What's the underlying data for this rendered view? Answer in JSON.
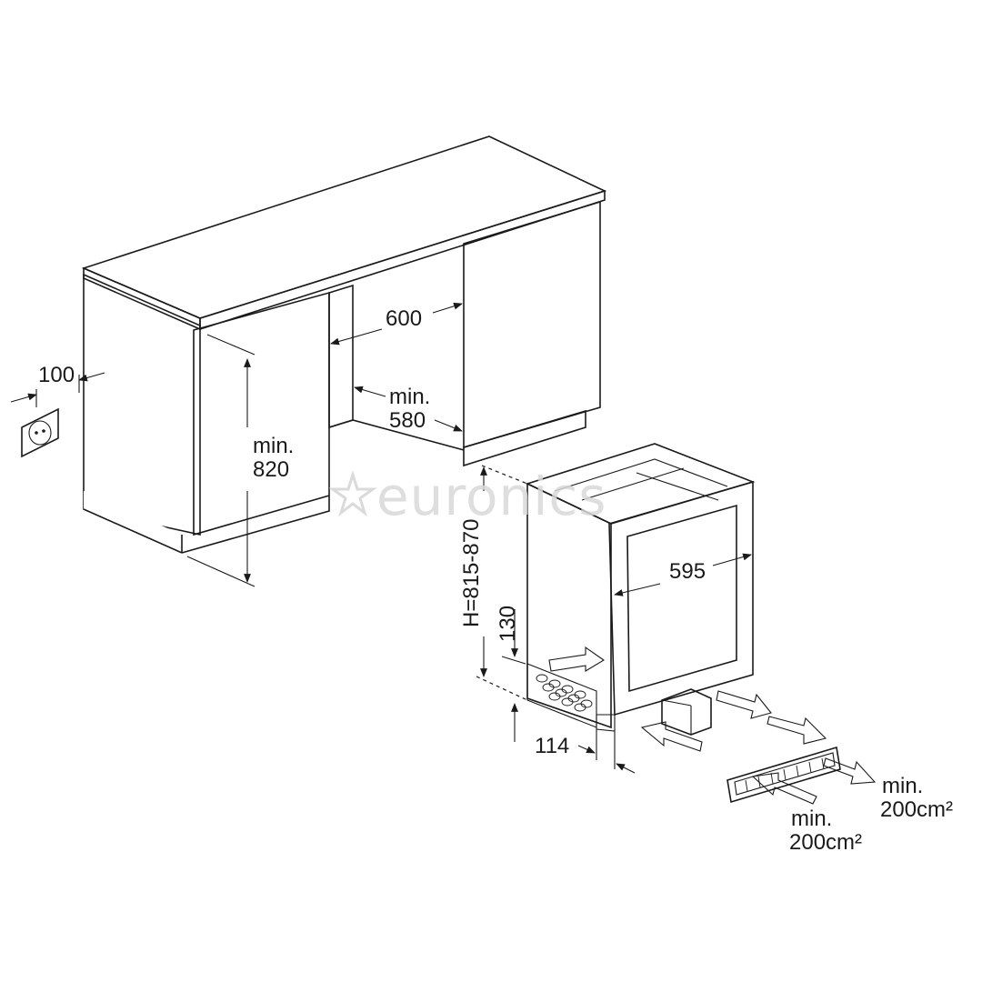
{
  "watermark": {
    "text": "euronics"
  },
  "dimensions": {
    "socket_offset": "100",
    "opening_width": "600",
    "depth_min_line1": "min.",
    "depth_min_line2": "580",
    "height_min_line1": "min.",
    "height_min_line2": "820",
    "appliance_height": "H=815-870",
    "appliance_width": "595",
    "plinth_height": "130",
    "plinth_depth": "114",
    "vent_out_line1": "min.",
    "vent_out_line2": "200cm²",
    "vent_in_line1": "min.",
    "vent_in_line2": "200cm²"
  },
  "colors": {
    "countertop": "#a9a9a9",
    "countertop_edge": "#8c8c8c",
    "cabinet_side": "#d8d8d8",
    "door_frame": "#8a8a8a",
    "glass": "#d0d0d0",
    "arrow_fill": "#c8c8c8"
  }
}
